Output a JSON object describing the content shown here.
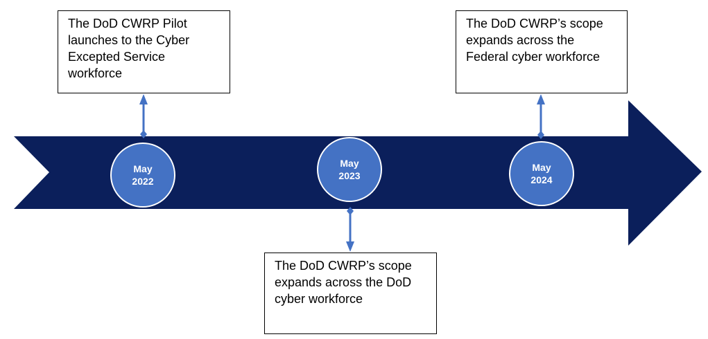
{
  "colors": {
    "arrow": "#0b1f5b",
    "milestone": "#4472c4",
    "connector": "#4472c4"
  },
  "milestones": [
    {
      "month": "May",
      "year": "2022"
    },
    {
      "month": "May",
      "year": "2023"
    },
    {
      "month": "May",
      "year": "2024"
    }
  ],
  "events": [
    {
      "text": "The DoD CWRP Pilot launches to the Cyber Excepted Service workforce"
    },
    {
      "text": "The DoD CWRP’s scope expands across the DoD cyber workforce"
    },
    {
      "text": "The DoD CWRP’s scope expands across the Federal cyber workforce"
    }
  ]
}
